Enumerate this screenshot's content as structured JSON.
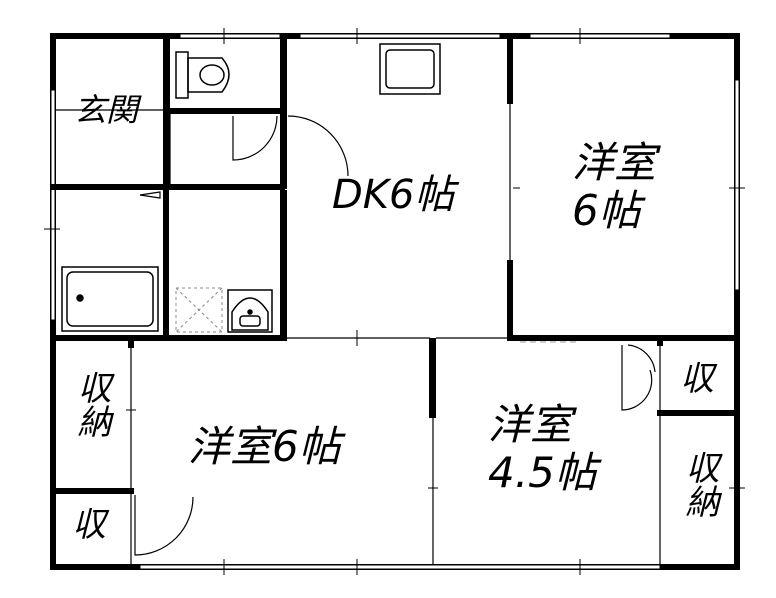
{
  "rooms": {
    "entrance": "玄関",
    "dk": "DK6帖",
    "western_ne_line1": "洋室",
    "western_ne_line2": "6帖",
    "western_sw": "洋室6帖",
    "western_se_line1": "洋室",
    "western_se_line2": "4.5帖",
    "storage_left": "収納",
    "storage_left_small": "収",
    "storage_right_small": "収",
    "storage_right": "収納"
  },
  "colors": {
    "wall": "#000000",
    "line": "#000000",
    "dash": "#9a9a9a",
    "background": "#ffffff"
  }
}
